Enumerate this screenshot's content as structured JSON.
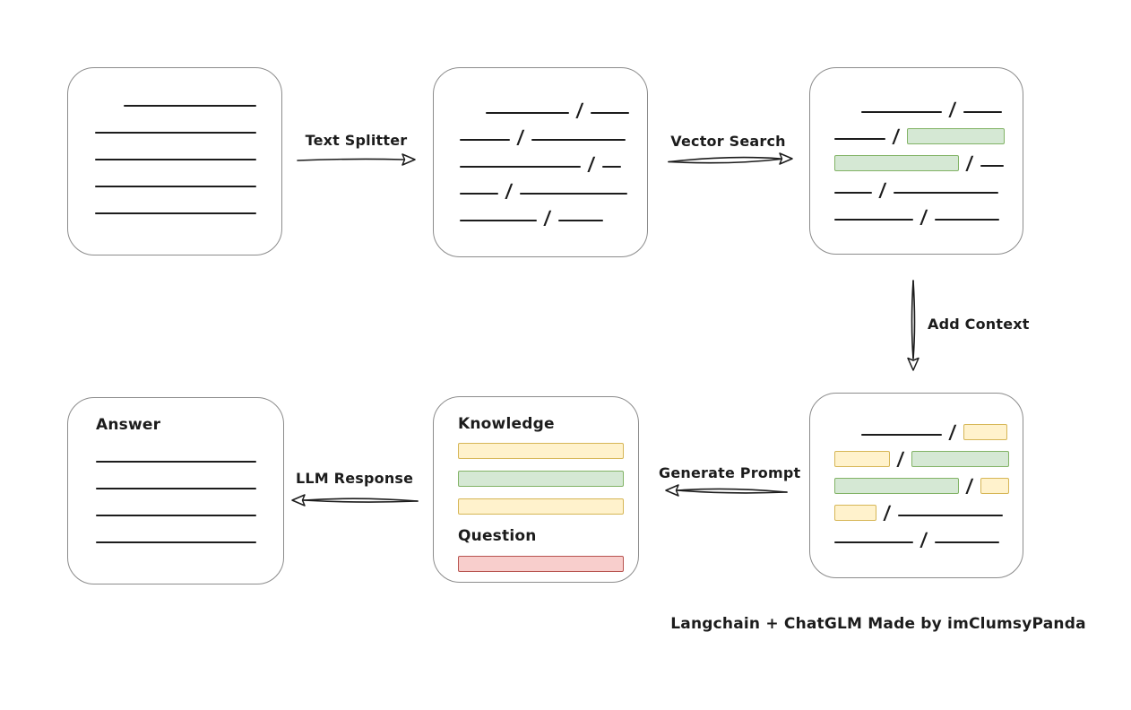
{
  "caption": "Langchain + ChatGLM Made by imClumsyPanda",
  "glyphs": {
    "slash": "/"
  },
  "colors": {
    "ink": "#1c1c1c",
    "box_stroke": "#8c8c8c",
    "green_fill": "#d5e8d4",
    "green_stroke": "#82b366",
    "yellow_fill": "#fff2cc",
    "yellow_stroke": "#d6b656",
    "red_fill": "#f8cecc",
    "red_stroke": "#b85450"
  },
  "arrows": {
    "text_splitter": {
      "label": "Text Splitter"
    },
    "vector_search": {
      "label": "Vector Search"
    },
    "add_context": {
      "label": "Add Context"
    },
    "generate_prompt": {
      "label": "Generate Prompt"
    },
    "llm_response": {
      "label": "LLM Response"
    }
  },
  "boxes": {
    "document": {
      "rows": [
        {
          "indent": 32,
          "segs": [
            [
              "line",
              148
            ]
          ]
        },
        {
          "segs": [
            [
              "line",
              180
            ]
          ]
        },
        {
          "segs": [
            [
              "line",
              180
            ]
          ]
        },
        {
          "segs": [
            [
              "line",
              180
            ]
          ]
        },
        {
          "segs": [
            [
              "line",
              180
            ]
          ]
        }
      ]
    },
    "chunks": {
      "rows": [
        {
          "indent": 29,
          "segs": [
            [
              "line",
              93
            ],
            [
              "slash"
            ],
            [
              "line",
              43
            ]
          ]
        },
        {
          "segs": [
            [
              "line",
              56
            ],
            [
              "slash"
            ],
            [
              "line",
              105
            ]
          ]
        },
        {
          "segs": [
            [
              "line",
              135
            ],
            [
              "slash"
            ],
            [
              "line",
              21
            ]
          ]
        },
        {
          "segs": [
            [
              "line",
              43
            ],
            [
              "slash"
            ],
            [
              "line",
              120
            ]
          ]
        },
        {
          "segs": [
            [
              "line",
              86
            ],
            [
              "slash"
            ],
            [
              "line",
              50
            ]
          ]
        }
      ]
    },
    "matched_chunks": {
      "rows": [
        {
          "indent": 30,
          "segs": [
            [
              "line",
              90
            ],
            [
              "slash"
            ],
            [
              "line",
              43
            ]
          ]
        },
        {
          "segs": [
            [
              "line",
              57
            ],
            [
              "slash"
            ],
            [
              "chip",
              "green",
              107
            ]
          ]
        },
        {
          "segs": [
            [
              "chip",
              "green",
              137
            ],
            [
              "slash"
            ],
            [
              "line",
              26
            ]
          ]
        },
        {
          "segs": [
            [
              "line",
              42
            ],
            [
              "slash"
            ],
            [
              "line",
              117
            ]
          ]
        },
        {
          "segs": [
            [
              "line",
              88
            ],
            [
              "slash"
            ],
            [
              "line",
              72
            ]
          ]
        }
      ]
    },
    "context_chunks": {
      "rows": [
        {
          "indent": 30,
          "segs": [
            [
              "line",
              90
            ],
            [
              "slash"
            ],
            [
              "chip",
              "yellow",
              47
            ]
          ]
        },
        {
          "segs": [
            [
              "chip",
              "yellow",
              60
            ],
            [
              "slash"
            ],
            [
              "chip",
              "green",
              107
            ]
          ]
        },
        {
          "segs": [
            [
              "chip",
              "green",
              137
            ],
            [
              "slash"
            ],
            [
              "chip",
              "yellow",
              30
            ]
          ]
        },
        {
          "segs": [
            [
              "chip",
              "yellow",
              45
            ],
            [
              "slash"
            ],
            [
              "line",
              117
            ]
          ]
        },
        {
          "segs": [
            [
              "line",
              88
            ],
            [
              "slash"
            ],
            [
              "line",
              72
            ]
          ]
        }
      ]
    },
    "prompt": {
      "knowledge_label": "Knowledge",
      "question_label": "Question",
      "knowledge_bars": [
        [
          "yellow",
          183
        ],
        [
          "green",
          183
        ],
        [
          "yellow",
          183
        ]
      ],
      "question_bars": [
        [
          "red",
          183
        ]
      ]
    },
    "answer": {
      "label": "Answer",
      "rows": [
        {
          "segs": [
            [
              "line",
              179
            ]
          ]
        },
        {
          "segs": [
            [
              "line",
              179
            ]
          ]
        },
        {
          "segs": [
            [
              "line",
              179
            ]
          ]
        },
        {
          "segs": [
            [
              "line",
              179
            ]
          ]
        }
      ]
    }
  }
}
